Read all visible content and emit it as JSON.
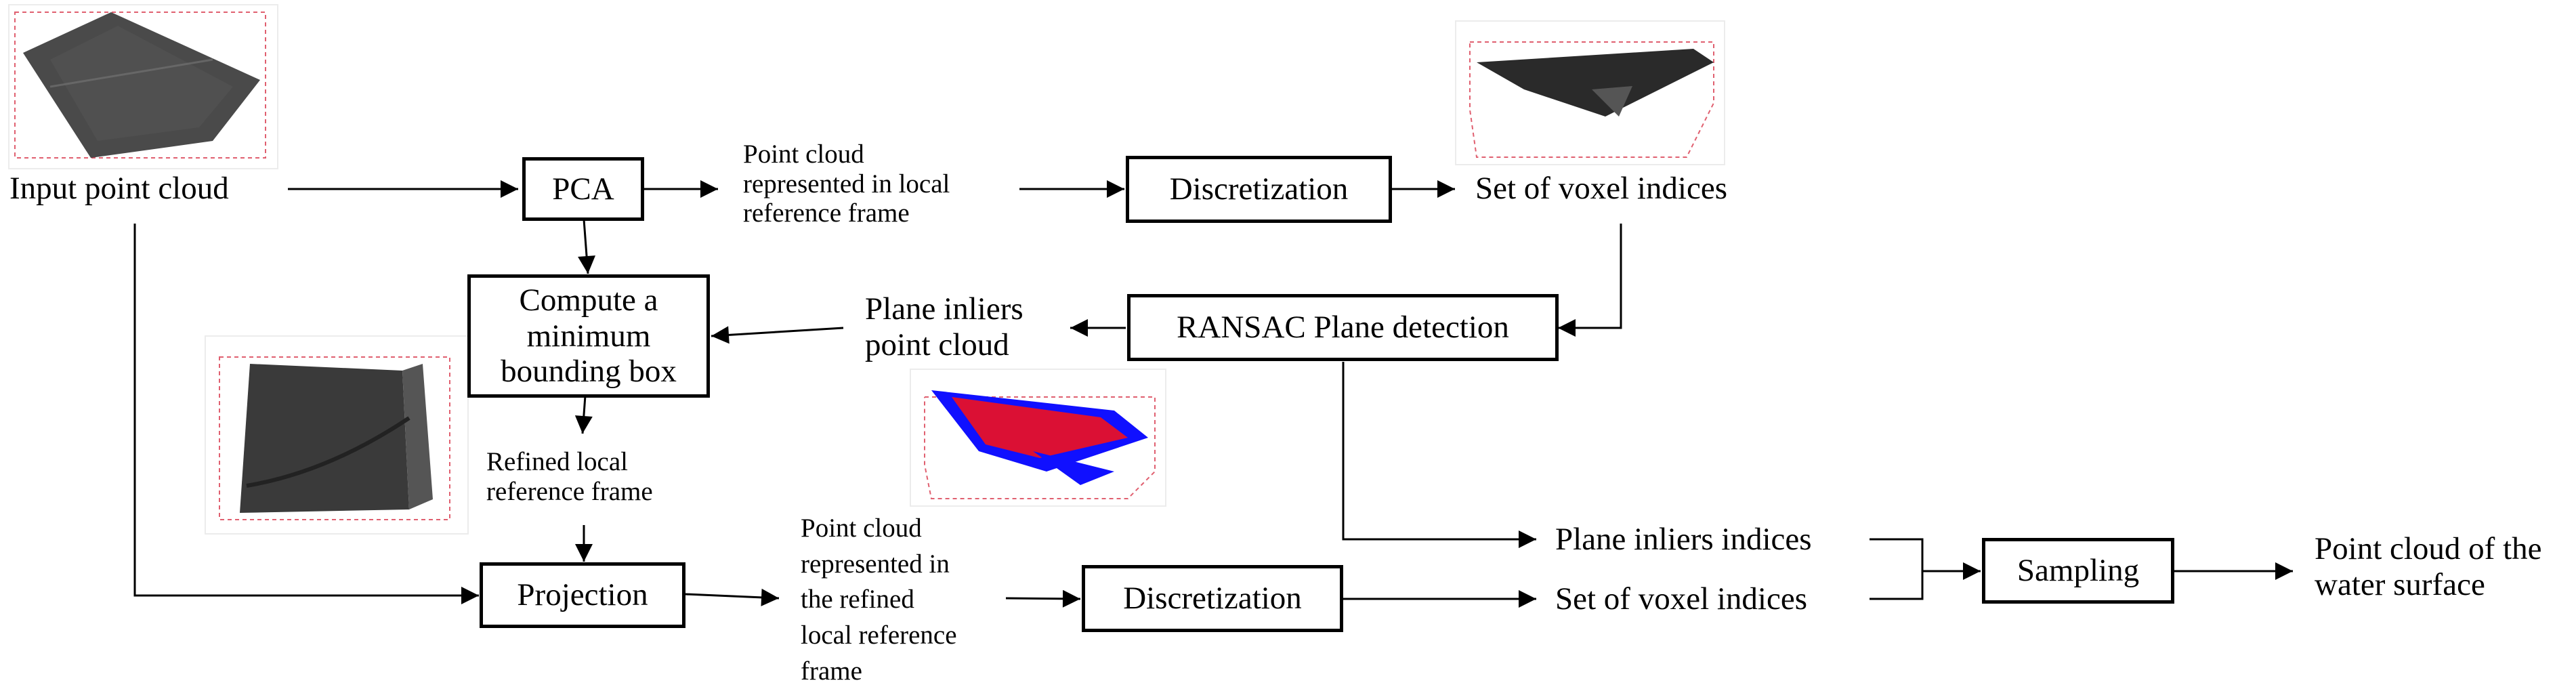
{
  "nodes": {
    "input": "Input point cloud",
    "pca": "PCA",
    "pc_local": "Point cloud\nrepresented in local\nreference frame",
    "disc1": "Discretization",
    "voxel1": "Set of voxel indices",
    "mbb": "Compute a\nminimum\nbounding box",
    "plane_inliers_pc": "Plane inliers\npoint cloud",
    "ransac": "RANSAC Plane detection",
    "refined": "Refined local\nreference frame",
    "projection": "Projection",
    "pc_refined": "Point cloud\nrepresented in\nthe refined\nlocal reference\nframe",
    "disc2": "Discretization",
    "plane_idx": "Plane inliers indices",
    "voxel2": "Set of voxel indices",
    "sampling": "Sampling",
    "output": "Point cloud of the\nwater surface"
  },
  "thumbnails": [
    {
      "name": "input-cloud-thumbnail",
      "colors": [
        "#2a2a2a",
        "#e06070"
      ]
    },
    {
      "name": "voxel-cloud-thumbnail",
      "colors": [
        "#2a2a2a",
        "#e06070"
      ]
    },
    {
      "name": "bounding-box-thumbnail",
      "colors": [
        "#3a3a3a",
        "#e06070"
      ]
    },
    {
      "name": "plane-inliers-thumbnail",
      "colors": [
        "#ff1010",
        "#1010ff",
        "#e06070"
      ]
    }
  ]
}
